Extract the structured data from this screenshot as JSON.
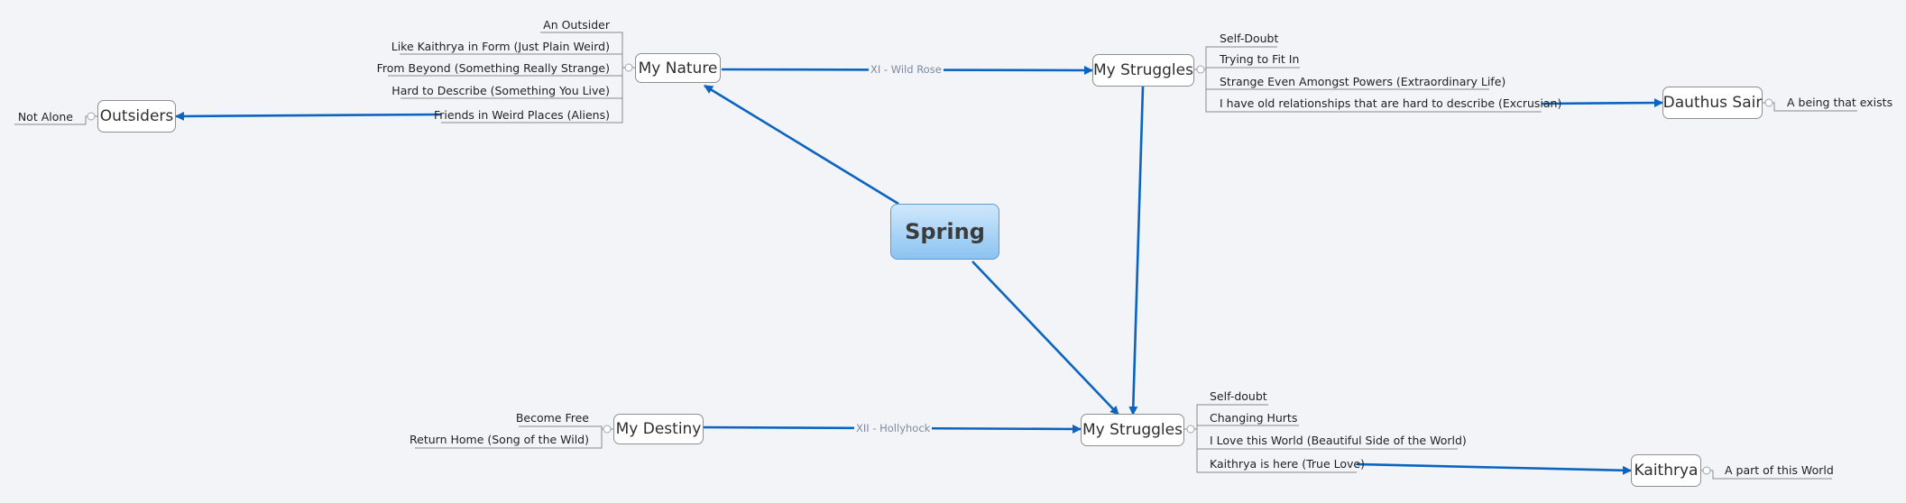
{
  "central": "Spring",
  "nature": {
    "title": "My Nature",
    "children": [
      "An Outsider",
      "Like Kaithrya in Form (Just Plain Weird)",
      "From Beyond (Something Really Strange)",
      "Hard to Describe (Something You Live)",
      "Friends in Weird Places (Aliens)"
    ]
  },
  "outsiders": {
    "title": "Outsiders",
    "children": [
      "Not Alone"
    ]
  },
  "struggles_top": {
    "title": "My Struggles",
    "children": [
      "Self-Doubt",
      "Trying to Fit In",
      "Strange Even Amongst Powers (Extraordinary Life)",
      "I have old relationships that are hard to describe (Excrusian)"
    ]
  },
  "dauthus": {
    "title": "Dauthus Sair",
    "children": [
      "A being that exists"
    ]
  },
  "destiny": {
    "title": "My Destiny",
    "children": [
      "Become Free",
      "Return Home (Song of the Wild)"
    ]
  },
  "struggles_bottom": {
    "title": "My Struggles",
    "children": [
      "Self-doubt",
      "Changing Hurts",
      "I Love this World (Beautiful Side of the World)",
      "Kaithrya is here (True Love)"
    ]
  },
  "kaithrya": {
    "title": "Kaithrya",
    "children": [
      "A part of this World"
    ]
  },
  "relationships": {
    "wild_rose": "XI - Wild Rose",
    "hollyhock": "XII - Hollyhock"
  },
  "colors": {
    "arrow": "#0a64c0",
    "branch": "#8a8a8a",
    "background": "#f2f4f8",
    "central_fill": "#a9d3f6"
  }
}
